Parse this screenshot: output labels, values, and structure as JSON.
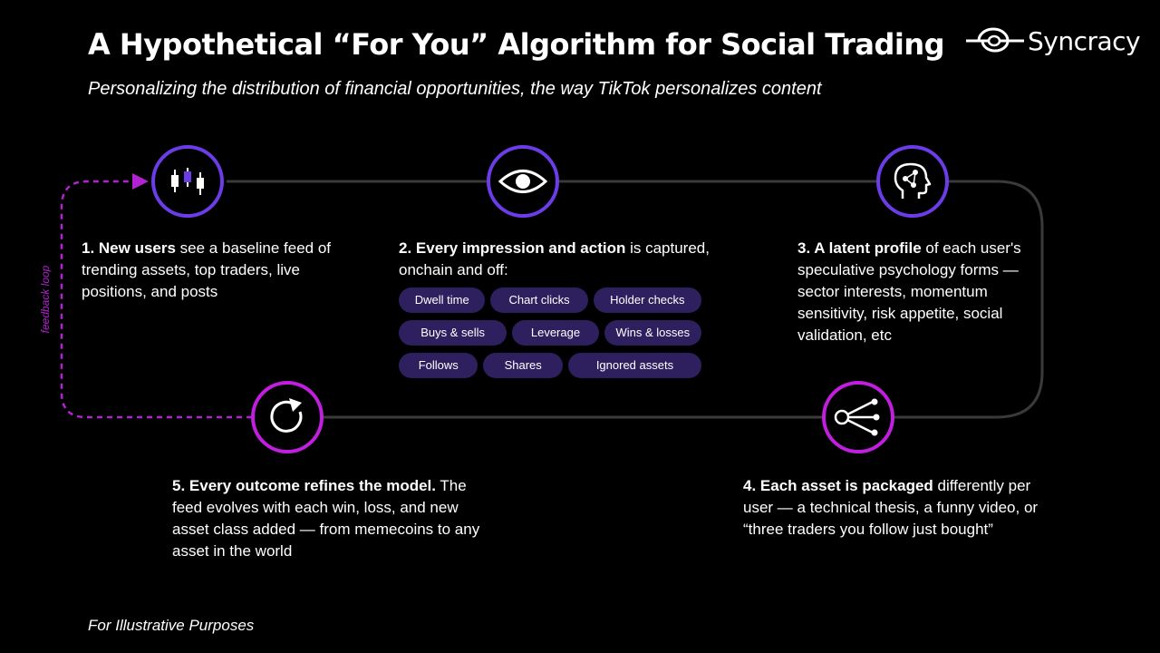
{
  "header": {
    "title": "A Hypothetical “For You” Algorithm for Social Trading",
    "subtitle": "Personalizing the distribution of financial opportunities, the way TikTok personalizes content"
  },
  "brand": {
    "name": "Syncracy"
  },
  "colors": {
    "purple": "#6c3ce9",
    "magenta": "#c21ee0",
    "chip_bg": "#2e1f5e",
    "line": "#3a3a3a"
  },
  "steps": [
    {
      "icon": "candlestick-chart-icon",
      "bold": "1. New users",
      "text": " see a baseline feed of trending assets, top traders, live positions, and posts"
    },
    {
      "icon": "eye-icon",
      "bold": "2. Every impression and action",
      "text": " is captured, onchain and off:"
    },
    {
      "icon": "brain-head-icon",
      "bold": "3. A latent profile",
      "text": " of each user's speculative psychology forms — sector interests, momentum sensitivity, risk appetite, social validation, etc"
    },
    {
      "icon": "share-network-icon",
      "bold": "4. Each asset is packaged",
      "text": " differently per user — a technical thesis, a funny video, or “three traders you follow just bought”"
    },
    {
      "icon": "refresh-icon",
      "bold": "5. Every outcome refines the model.",
      "text": " The feed evolves with each win, loss, and new asset class added — from memecoins to any asset in the world"
    }
  ],
  "signals": [
    [
      "Dwell time",
      "Chart clicks",
      "Holder checks"
    ],
    [
      "Buys & sells",
      "Leverage",
      "Wins & losses"
    ],
    [
      "Follows",
      "Shares",
      "Ignored assets"
    ]
  ],
  "feedback_label": "feedback loop",
  "footer": "For Illustrative Purposes"
}
